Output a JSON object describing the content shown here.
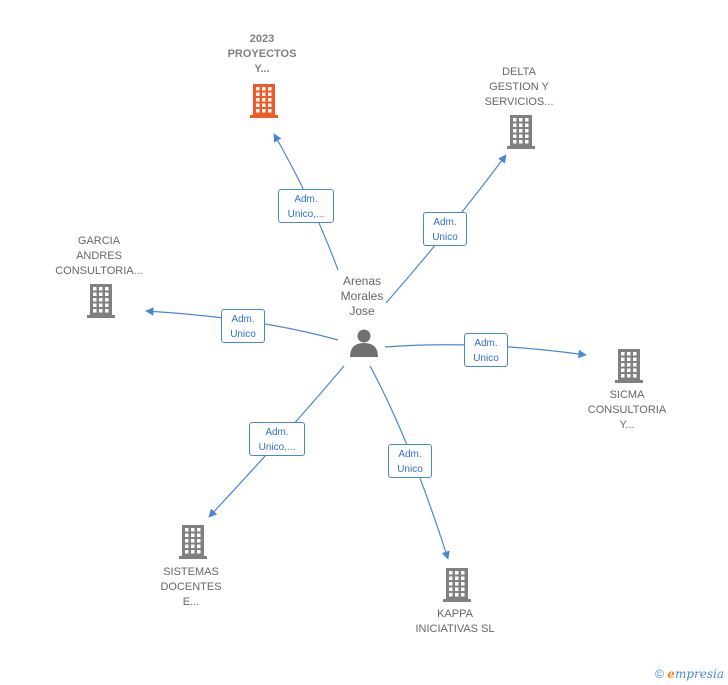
{
  "center": {
    "label": "Arenas\nMorales\nJose"
  },
  "companies": [
    {
      "id": "proyectos",
      "label": "2023\nPROYECTOS\nY...",
      "highlight": true,
      "color": "#f05a28"
    },
    {
      "id": "delta",
      "label": "DELTA\nGESTION Y\nSERVICIOS...",
      "highlight": false,
      "color": "#808080"
    },
    {
      "id": "garcia",
      "label": "GARCIA\nANDRES\nCONSULTORIA...",
      "highlight": false,
      "color": "#808080"
    },
    {
      "id": "sicma",
      "label": "SICMA\nCONSULTORIA\nY...",
      "highlight": false,
      "color": "#808080"
    },
    {
      "id": "sistemas",
      "label": "SISTEMAS\nDOCENTES\nE...",
      "highlight": false,
      "color": "#808080"
    },
    {
      "id": "kappa",
      "label": "KAPPA\nINICIATIVAS SL",
      "highlight": false,
      "color": "#808080"
    }
  ],
  "roles": [
    {
      "to": "proyectos",
      "label": "Adm.\nUnico,..."
    },
    {
      "to": "delta",
      "label": "Adm.\nUnico"
    },
    {
      "to": "garcia",
      "label": "Adm.\nUnico"
    },
    {
      "to": "sicma",
      "label": "Adm.\nUnico"
    },
    {
      "to": "sistemas",
      "label": "Adm.\nUnico,..."
    },
    {
      "to": "kappa",
      "label": "Adm.\nUnico"
    }
  ],
  "colors": {
    "edge": "#4a86d8",
    "person": "#707070"
  },
  "footer": {
    "copyright": "©",
    "brand_e": "e",
    "brand_rest": "mpresia"
  }
}
